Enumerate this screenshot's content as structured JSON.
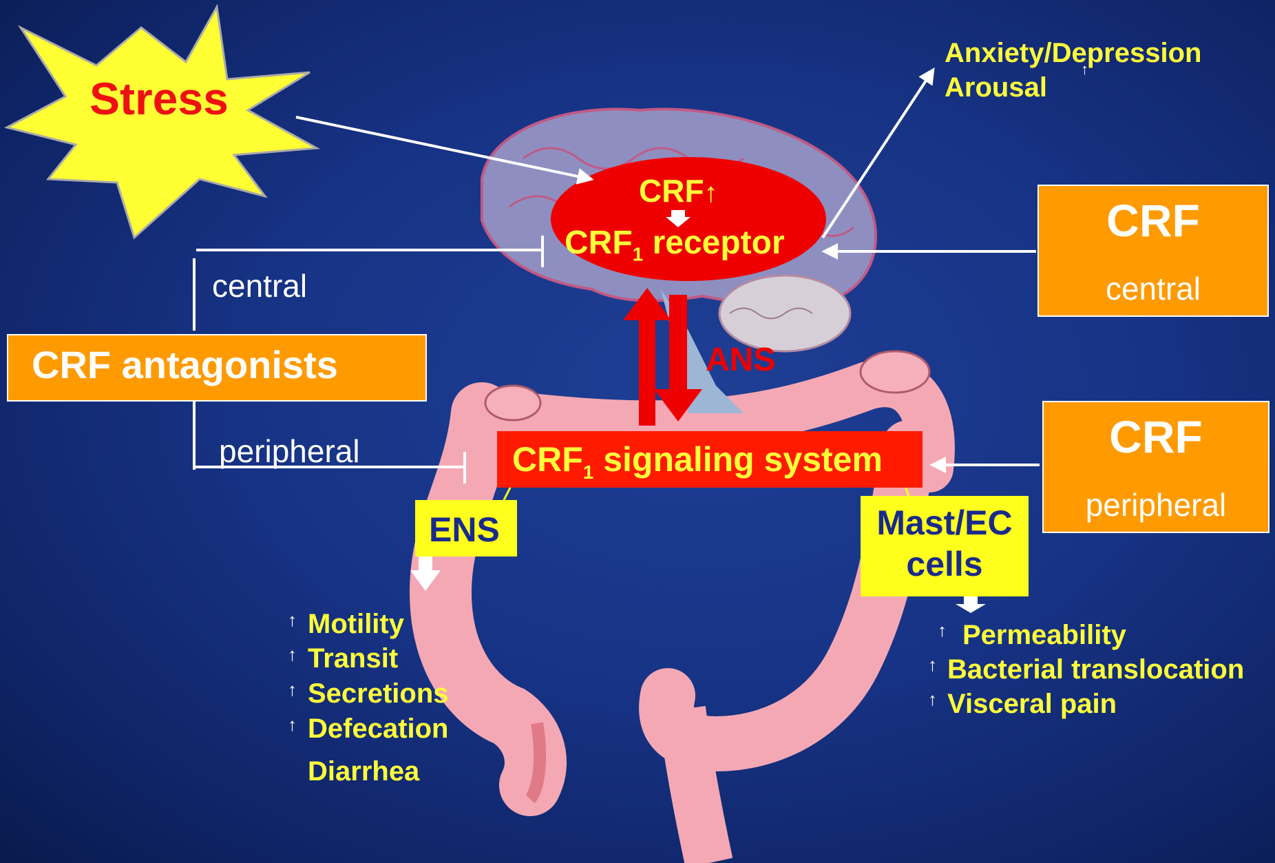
{
  "stress": "Stress",
  "brain": {
    "crf": "CRF",
    "crf_up_icon": "up-arrow-icon",
    "receptor_prefix": "CRF",
    "receptor_sub": "1",
    "receptor_suffix": " receptor"
  },
  "outcomes_top": {
    "line1": "Anxiety/Depression",
    "line2": "Arousal"
  },
  "ans": "ANS",
  "signaling": {
    "prefix": "CRF",
    "sub": "1",
    "suffix": " signaling system"
  },
  "crf_central": {
    "title": "CRF",
    "sub": "central"
  },
  "crf_peripheral": {
    "title": "CRF",
    "sub": "peripheral"
  },
  "antagonists": {
    "label": "CRF antagonists",
    "central": "central",
    "peripheral": "peripheral"
  },
  "ens": "ENS",
  "mast": {
    "line1": "Mast/EC",
    "line2": "cells"
  },
  "ens_effects": [
    "Motility",
    "Transit",
    "Secretions",
    "Defecation",
    "Diarrhea"
  ],
  "mast_effects": [
    "Permeability",
    "Bacterial translocation",
    "Visceral pain"
  ],
  "colors": {
    "orange": "#ff9a00",
    "yellow": "#ffff1e",
    "red": "#ee0000",
    "text_yellow": "#ffff3a"
  }
}
